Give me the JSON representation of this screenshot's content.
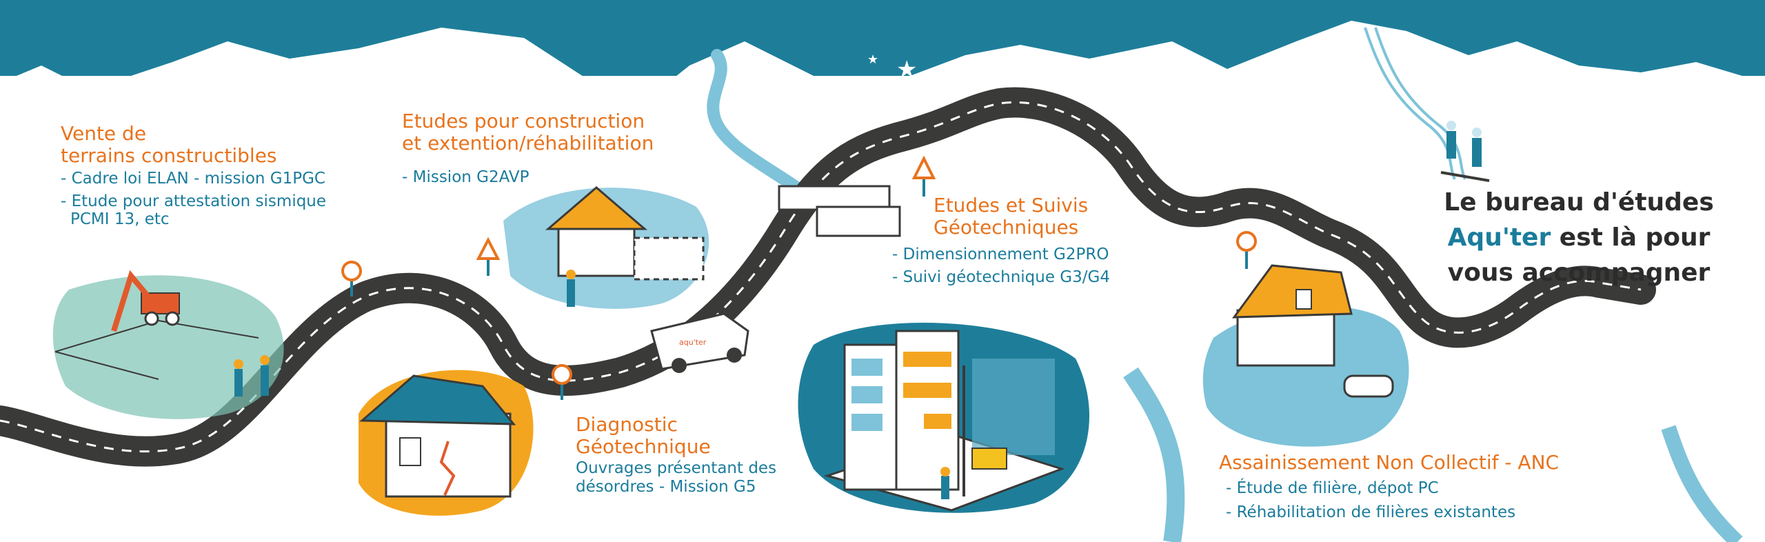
{
  "colors": {
    "sky": "#1e7e9a",
    "road": "#3a3a38",
    "orange_text": "#e8731c",
    "blue_text": "#1b7c9c",
    "roof_orange": "#f4a51f",
    "water": "#7ec3d9"
  },
  "sections": {
    "terrains": {
      "title_1": "Vente de",
      "title_2": "terrains constructibles",
      "line_1": "- Cadre loi ELAN - mission G1PGC",
      "line_2": "- Etude pour attestation sismique",
      "line_3": "PCMI 13, etc"
    },
    "construction": {
      "title_1": "Etudes pour construction",
      "title_2": "et extention/réhabilitation",
      "line_1": "- Mission G2AVP"
    },
    "suivis": {
      "title_1": "Etudes et Suivis",
      "title_2": "Géotechniques",
      "line_1": "- Dimensionnement G2PRO",
      "line_2": "- Suivi géotechnique G3/G4"
    },
    "diagnostic": {
      "title_1": "Diagnostic",
      "title_2": "Géotechnique",
      "line_1": "Ouvrages présentant des",
      "line_2": "désordres - Mission G5"
    },
    "anc": {
      "title_1": "Assainissement Non Collectif - ANC",
      "line_1": "- Étude de filière, dépot PC",
      "line_2": "- Réhabilitation de filières existantes"
    }
  },
  "tagline": {
    "line_1": "Le bureau d'études",
    "brand": "Aqu'ter",
    "line_2_rest": "est là pour",
    "line_3": "vous accompagner"
  },
  "van_label": "aqu'ter"
}
